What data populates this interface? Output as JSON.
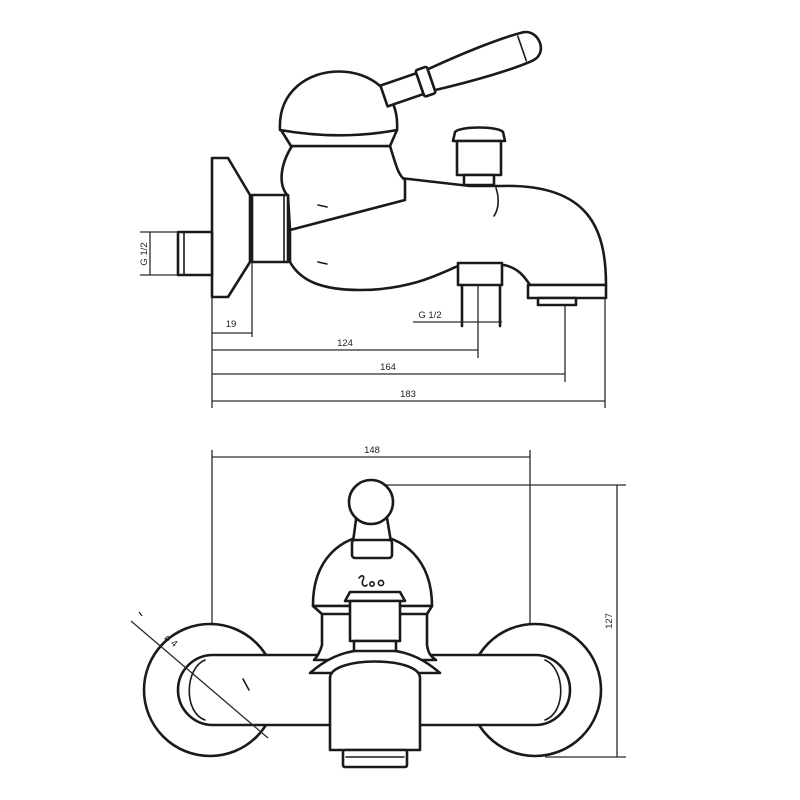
{
  "side_view": {
    "inlet_thread": "G 1/2",
    "flange_depth": "19",
    "outlet_thread": "G 1/2",
    "length_to_inlet": "124",
    "length_to_outlet": "164",
    "overall_length": "183"
  },
  "front_view": {
    "overall_width": "148",
    "overall_height": "127",
    "flange_diameter": "ø 4"
  },
  "colors": {
    "line": "#1a1a1a",
    "background": "#ffffff"
  }
}
